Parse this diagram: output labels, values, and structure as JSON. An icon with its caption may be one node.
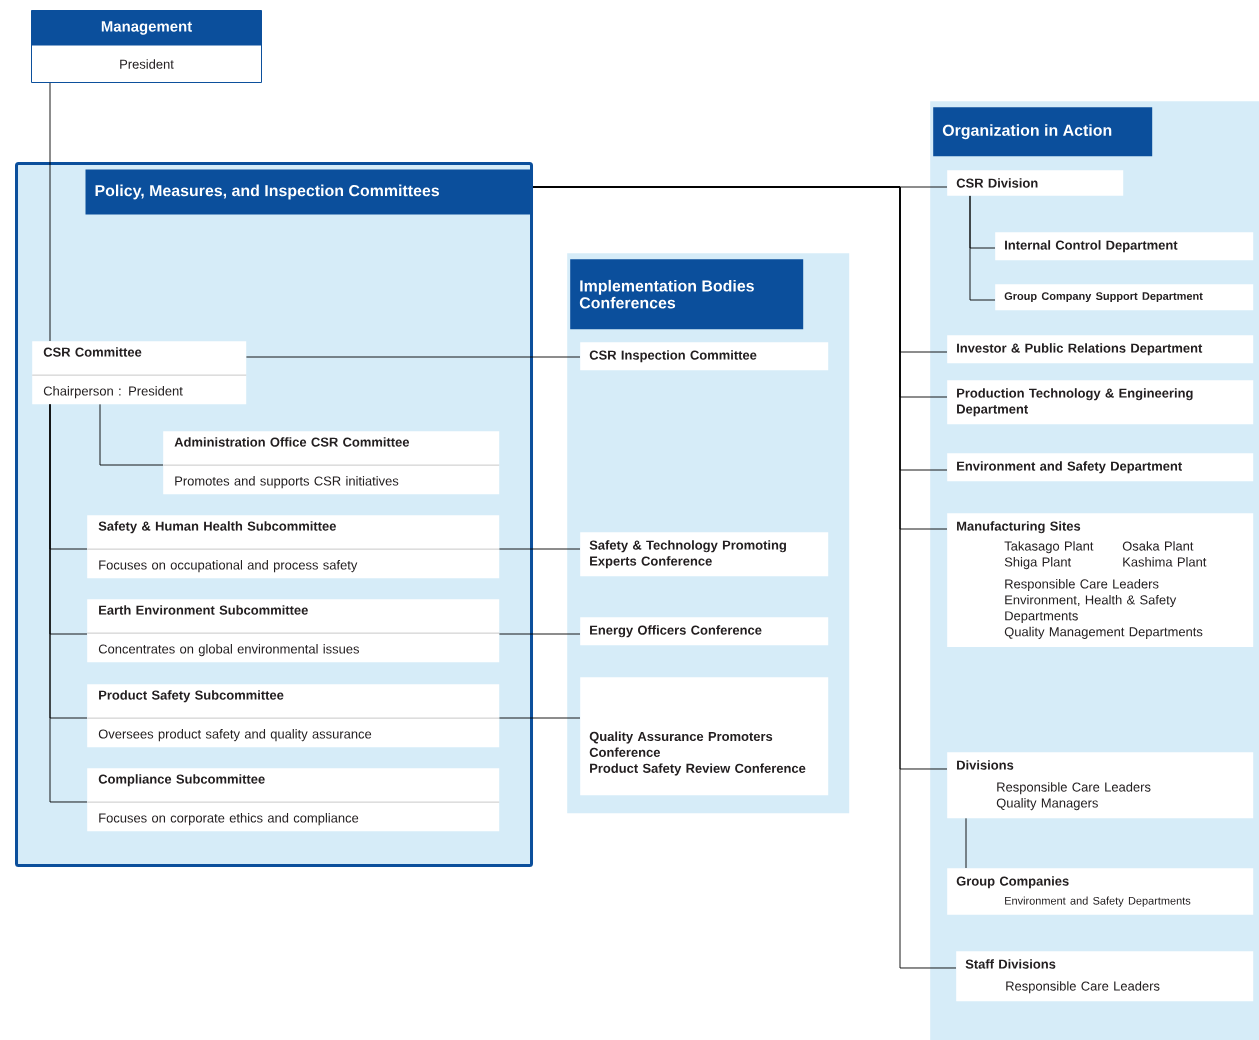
{
  "diagram": {
    "nodes": [
      {
        "text": [
          "Management",
          "President"
        ]
      },
      {
        "text": [
          "Policy, Measures, and Inspection Committees"
        ]
      },
      {
        "text": [
          "CSR Committee",
          "Chairperson : President"
        ],
        "in": 1
      },
      {
        "text": [
          "Administration Office CSR Committee",
          "Promotes and supports CSR initiatives"
        ],
        "in": 1
      },
      {
        "text": [
          "Safety & Human Health Subcommittee",
          "Focuses on occupational and process safety"
        ],
        "in": 1
      },
      {
        "text": [
          "Earth Environment Subcommittee",
          "Concentrates on global environmental issues"
        ],
        "in": 1
      },
      {
        "text": [
          "Product Safety Subcommittee",
          "Oversees product safety and quality assurance"
        ],
        "in": 1
      },
      {
        "text": [
          "Compliance Subcommittee",
          "Focuses on corporate ethics and compliance"
        ],
        "in": 1
      },
      {
        "text": [
          "Implementation Bodies Conferences"
        ]
      },
      {
        "text": [
          "CSR Inspection Committee"
        ],
        "in": 8
      },
      {
        "text": [
          "Safety & Technology Promoting Experts Conference"
        ],
        "in": 8
      },
      {
        "text": [
          "Energy Officers Conference"
        ],
        "in": 8
      },
      {
        "text": [
          "Quality Assurance Promoters Conference",
          "Product Safety Review Conference"
        ],
        "in": 8
      },
      {
        "text": [
          "Organization in Action"
        ]
      },
      {
        "text": [
          "CSR Division"
        ],
        "in": 13
      },
      {
        "text": [
          "Internal Control Department"
        ],
        "in": 13
      },
      {
        "text": [
          "Group Company Support Department"
        ],
        "in": 13
      },
      {
        "text": [
          "Investor & Public Relations Department"
        ],
        "in": 13
      },
      {
        "text": [
          "Production Technology & Engineering Department"
        ],
        "in": 13
      },
      {
        "text": [
          "Environment and Safety Department"
        ],
        "in": 13
      },
      {
        "text": [
          "Manufacturing Sites",
          "Takasago Plant",
          "Osaka Plant",
          "Shiga Plant",
          "Kashima Plant",
          "Responsible Care Leaders",
          "Environment, Health & Safety Departments",
          "Quality Management Departments"
        ],
        "in": 13
      },
      {
        "text": [
          "Divisions",
          "Responsible Care Leaders",
          "Quality Managers"
        ],
        "in": 13
      },
      {
        "text": [
          "Group Companies",
          "Environment and Safety Departments"
        ],
        "in": 13
      },
      {
        "text": [
          "Staff Divisions",
          "Responsible Care Leaders"
        ],
        "in": 13
      }
    ],
    "edges": [
      {
        "from": 0,
        "to": 2,
        "arrow": "none"
      },
      {
        "from": 2,
        "to": 3,
        "arrow": "none"
      },
      {
        "from": 2,
        "to": 4,
        "arrow": "none"
      },
      {
        "from": 2,
        "to": 5,
        "arrow": "none"
      },
      {
        "from": 2,
        "to": 6,
        "arrow": "none"
      },
      {
        "from": 2,
        "to": 7,
        "arrow": "none"
      },
      {
        "from": 2,
        "to": 9,
        "arrow": "none"
      },
      {
        "from": 4,
        "to": 10,
        "arrow": "none"
      },
      {
        "from": 5,
        "to": 11,
        "arrow": "none"
      },
      {
        "from": 6,
        "to": 12,
        "arrow": "none"
      },
      {
        "from": 1,
        "to": 14,
        "arrow": "none"
      },
      {
        "from": 14,
        "to": 15,
        "arrow": "none"
      },
      {
        "from": 14,
        "to": 16,
        "arrow": "none"
      },
      {
        "from": 1,
        "to": 17,
        "arrow": "none"
      },
      {
        "from": 1,
        "to": 18,
        "arrow": "none"
      },
      {
        "from": 1,
        "to": 19,
        "arrow": "none"
      },
      {
        "from": 1,
        "to": 20,
        "arrow": "none"
      },
      {
        "from": 1,
        "to": 21,
        "arrow": "none"
      },
      {
        "from": 21,
        "to": 22,
        "arrow": "none"
      },
      {
        "from": 1,
        "to": 23,
        "arrow": "none"
      }
    ]
  }
}
